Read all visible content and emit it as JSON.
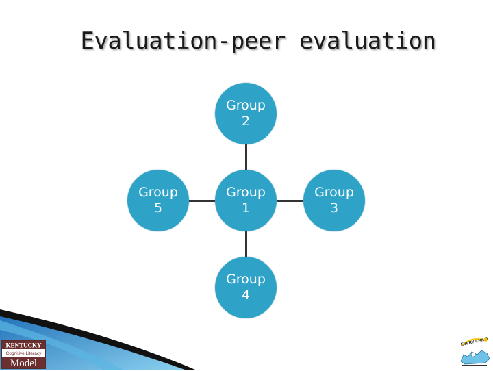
{
  "title": "Evaluation-peer evaluation",
  "nodes": {
    "group1": "Group\n1",
    "group2": "Group\n2",
    "group3": "Group\n3",
    "group4": "Group\n4",
    "group5": "Group\n5"
  },
  "logos": {
    "kentucky": "KENTUCKY",
    "cognitive": "Cognitive Literacy",
    "model": "Model",
    "everychild": "EVERY CHILD"
  },
  "colors": {
    "node_fill": "#2ea3c7",
    "connector": "#333333",
    "corner_blue": "#3a9fd0"
  }
}
